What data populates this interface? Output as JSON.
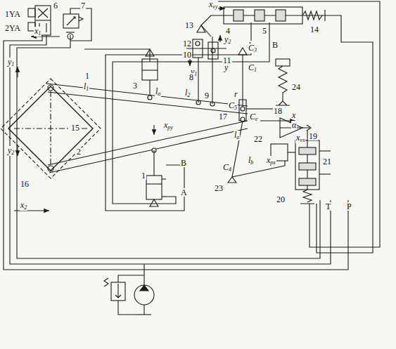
{
  "diagram": {
    "labels": [
      "1YA",
      "6",
      "7",
      "2YA",
      "xvy",
      "13",
      "4",
      "5",
      "14",
      "A",
      "B",
      "x1",
      "C3",
      "12",
      "y2",
      "10",
      "11",
      "y1",
      "y",
      "y1",
      "3",
      "C1",
      "1",
      "l1",
      "la",
      "l2",
      "8",
      "9",
      "24",
      "r",
      "C5",
      "17",
      "Ce",
      "x",
      "18",
      "α",
      "19",
      "xvx",
      "15",
      "16",
      "xpy",
      "22",
      "la",
      "y2",
      "2",
      "lb",
      "xpx",
      "21",
      "1",
      "B",
      "C4",
      "23",
      "A",
      "20",
      "T",
      "P",
      "x2"
    ]
  }
}
